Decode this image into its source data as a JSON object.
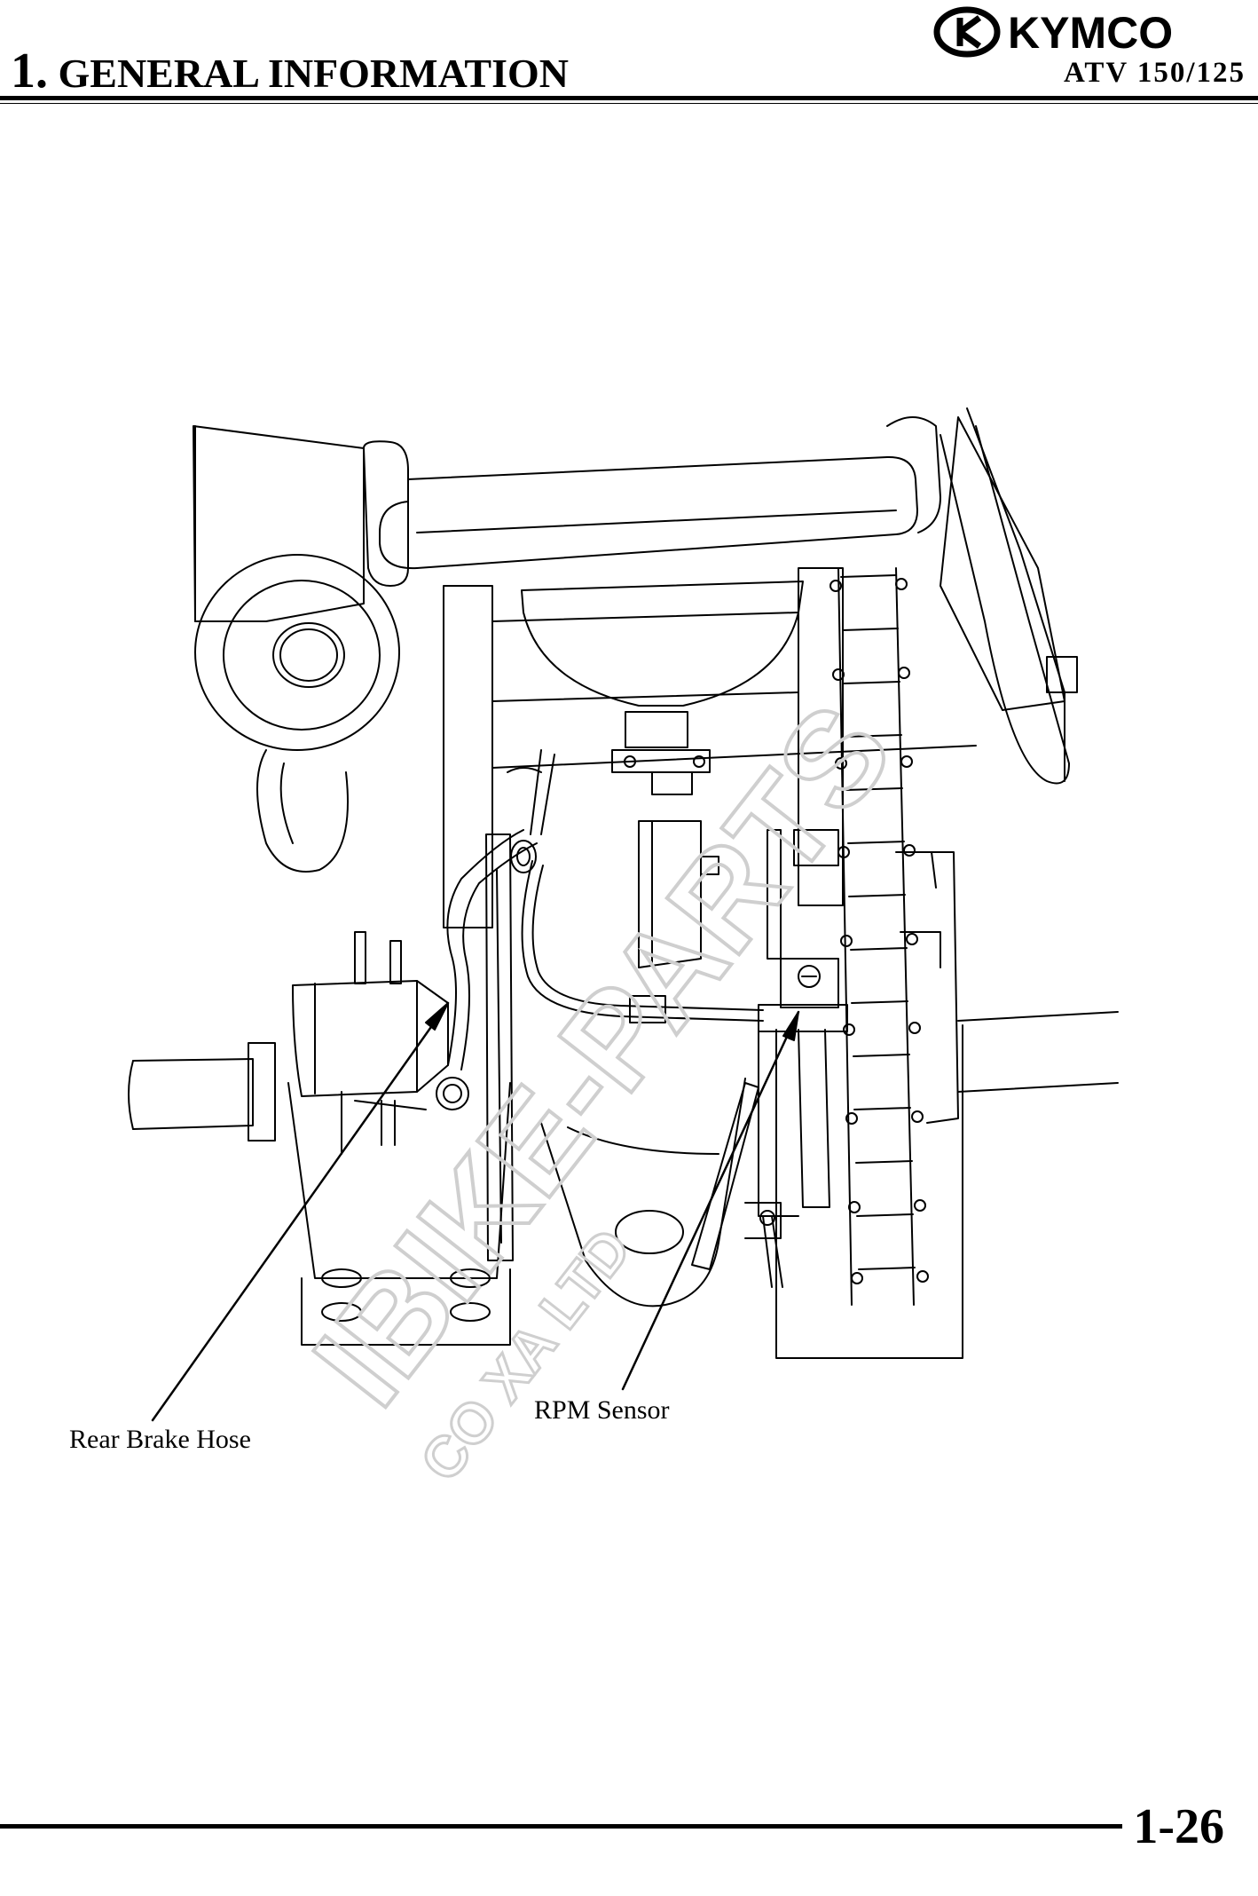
{
  "header": {
    "chapter_number": "1.",
    "chapter_title": "GENERAL INFORMATION",
    "brand": "KYMCO",
    "model": "ATV 150/125"
  },
  "figure": {
    "callouts": [
      {
        "id": "rear-brake-hose",
        "label": "Rear Brake Hose"
      },
      {
        "id": "rpm-sensor",
        "label": "RPM Sensor"
      }
    ]
  },
  "watermark": {
    "text": "IBIKE-PARTS",
    "subtext": "CO XA LTD"
  },
  "footer": {
    "page_number": "1-26"
  },
  "colors": {
    "ink": "#000000",
    "paper": "#ffffff",
    "watermark": "#cfcfcf"
  }
}
